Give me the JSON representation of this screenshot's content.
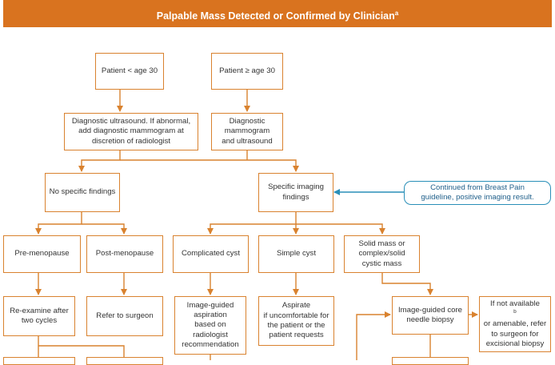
{
  "title": "Palpable Mass Detected or Confirmed by Clinician",
  "title_superscript": "a",
  "colors": {
    "accent": "#d9731f",
    "box_border": "#d9822f",
    "note_border": "#2a8fb8"
  },
  "nodes": {
    "age_under_30": [
      "Patient < age 30"
    ],
    "age_30_plus": [
      "Patient ≥ age 30"
    ],
    "diag_us": [
      "Diagnostic ultrasound. If abnormal,",
      "add diagnostic mammogram at",
      "discretion of radiologist"
    ],
    "diag_mammo_us": [
      "Diagnostic",
      "mammogram",
      "and ultrasound"
    ],
    "no_findings": [
      "No specific findings"
    ],
    "specific_findings": [
      "Specific imaging",
      "findings"
    ],
    "breast_pain_note": [
      "Continued from Breast Pain",
      "guideline, positive imaging result."
    ],
    "pre_menopause": [
      "Pre-menopause"
    ],
    "post_menopause": [
      "Post-menopause"
    ],
    "complicated_cyst": [
      "Complicated cyst"
    ],
    "simple_cyst": [
      "Simple cyst"
    ],
    "solid_mass": [
      "Solid mass or",
      "complex/solid",
      "cystic mass"
    ],
    "reexamine": [
      "Re-examine after",
      "two cycles"
    ],
    "refer_surgeon": [
      "Refer to surgeon"
    ],
    "image_guided_aspiration": [
      "Image-guided",
      "aspiration",
      "based on",
      "radiologist",
      "recommendation"
    ],
    "aspirate": [
      "Aspirate",
      "if uncomfortable for",
      "the patient or the",
      "patient requests"
    ],
    "core_needle": [
      "Image-guided core",
      "needle biopsy"
    ],
    "if_not_available": [
      "If not available",
      "or amenable, refer",
      "to surgeon for",
      "excisional biopsy"
    ],
    "if_not_available_sup": "b"
  }
}
